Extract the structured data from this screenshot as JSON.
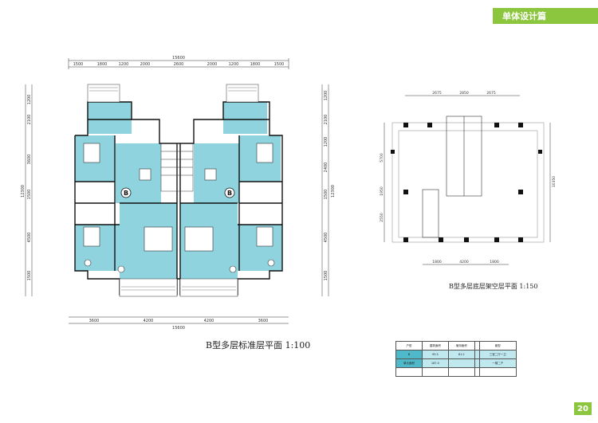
{
  "header": {
    "section_title": "单体设计篇"
  },
  "page": {
    "number": "20"
  },
  "plan_main": {
    "caption": "B型多层标准层平面 1:100",
    "top_total": "15600",
    "top_dims": [
      "1500",
      "1800",
      "1200",
      "2000",
      "2600",
      "2000",
      "1200",
      "1800",
      "1500"
    ],
    "bottom_total": "15600",
    "bottom_dims": [
      "3600",
      "4200",
      "4200",
      "3600"
    ],
    "left_dims": [
      "1200",
      "2100",
      "3600",
      "1500",
      "4500",
      "1500"
    ],
    "left_total": "12300",
    "right_dims": [
      "1200",
      "2100",
      "1200",
      "2400",
      "1500",
      "4500",
      "1500"
    ],
    "right_total": "12300",
    "unit_label": "B"
  },
  "plan_small": {
    "caption": "B型多层底层架空层平面 1:150",
    "top_dims": [
      "2675",
      "2850",
      "2675"
    ],
    "bottom_dims": [
      "1800",
      "4200",
      "1800"
    ],
    "left_dims": [
      "5700",
      "1950",
      "2550"
    ],
    "right_total": "10350"
  },
  "area_table": {
    "headers": [
      "户型",
      "建筑面积",
      "使用面积",
      "",
      "套型"
    ],
    "rows": [
      [
        "B",
        "93.5",
        "81.2",
        "",
        "三室二厅一卫"
      ],
      [
        "单元面积",
        "187.0",
        "",
        "",
        "一梯二户"
      ]
    ]
  },
  "colors": {
    "accent": "#8cc63f",
    "room_fill": "#8fd3de",
    "wall": "#111111"
  }
}
